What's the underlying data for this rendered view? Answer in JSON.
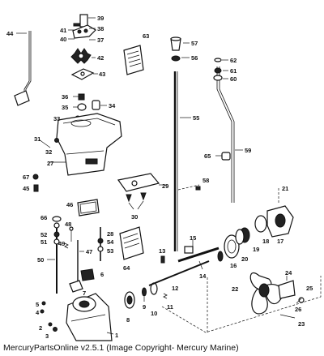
{
  "footer": "MercuryPartsOnline v2.5.1 (Image Copyright- Mercury Marine)",
  "labels": {
    "1": "1",
    "2": "2",
    "3": "3",
    "4": "4",
    "5": "5",
    "6": "6",
    "7": "7",
    "8": "8",
    "9": "9",
    "10": "10",
    "11": "11",
    "12": "12",
    "13": "13",
    "14": "14",
    "15": "15",
    "16": "16",
    "17": "17",
    "18": "18",
    "19": "19",
    "20": "20",
    "21": "21",
    "22": "22",
    "23": "23",
    "24": "24",
    "25": "25",
    "26": "26",
    "27": "27",
    "28": "28",
    "29": "29",
    "30": "30",
    "31": "31",
    "32": "32",
    "33": "33",
    "34": "34",
    "35": "35",
    "36": "36",
    "37": "37",
    "38": "38",
    "39": "39",
    "40": "40",
    "41": "41",
    "42": "42",
    "43": "43",
    "44": "44",
    "45": "45",
    "46": "46",
    "47": "47",
    "48": "48",
    "49": "49",
    "50": "50",
    "51": "51",
    "52": "52",
    "53": "53",
    "54": "54",
    "55": "55",
    "56": "56",
    "57": "57",
    "58": "58",
    "59": "59",
    "60": "60",
    "61": "61",
    "62": "62",
    "63": "63",
    "64": "64",
    "65": "65",
    "66": "66",
    "67": "67"
  }
}
